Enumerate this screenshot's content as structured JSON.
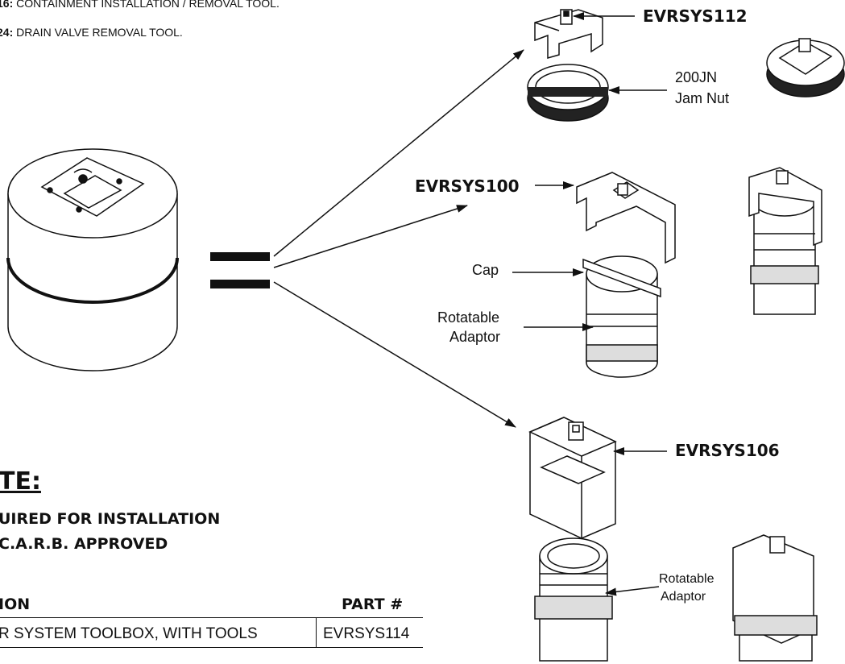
{
  "tool_list": [
    {
      "num": "16:",
      "text": "CONTAINMENT INSTALLATION / REMOVAL TOOL."
    },
    {
      "num": "24:",
      "text": "DRAIN VALVE REMOVAL TOOL."
    }
  ],
  "equals_sign": "=",
  "callouts": {
    "evrsys112": "EVRSYS112",
    "evrsys100": "EVRSYS100",
    "evrsys106": "EVRSYS106",
    "jam_nut_1": "200JN",
    "jam_nut_2": "Jam Nut",
    "cap": "Cap",
    "rotatable_1": "Rotatable",
    "adaptor_1": "Adaptor",
    "rotatable_2": "Rotatable",
    "adaptor_2": "Adaptor"
  },
  "note": {
    "title": "TE:",
    "line1": "UIRED FOR INSTALLATION",
    "line2": "C.A.R.B. APPROVED"
  },
  "table": {
    "headers": [
      "ION",
      "PART #"
    ],
    "rows": [
      {
        "description": "R SYSTEM TOOLBOX, WITH TOOLS",
        "part": "EVRSYS114"
      }
    ]
  }
}
